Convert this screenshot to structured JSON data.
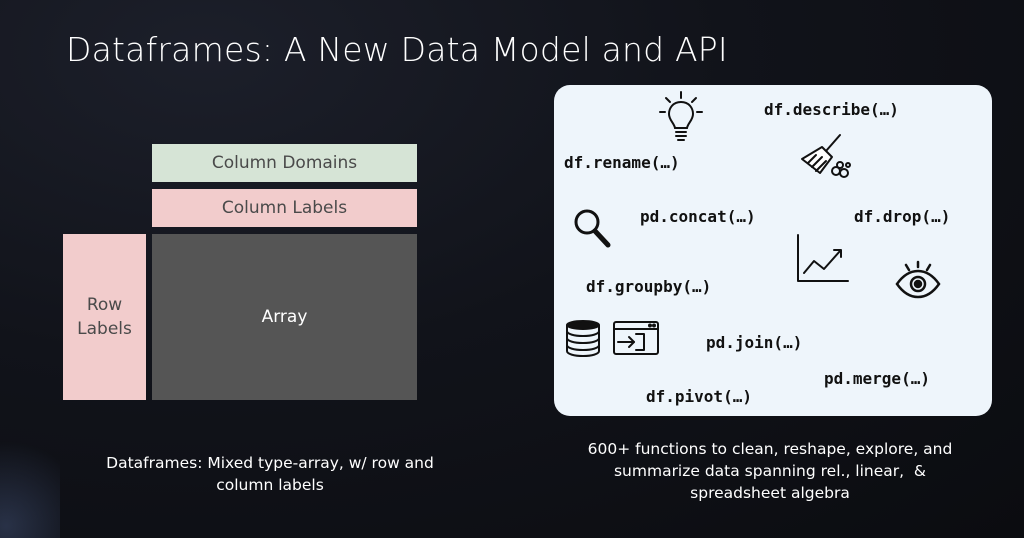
{
  "title": "Dataframes: A New Data Model and API",
  "diagram": {
    "column_domains": "Column Domains",
    "column_labels": "Column Labels",
    "row_labels_line1": "Row",
    "row_labels_line2": "Labels",
    "array": "Array",
    "caption_line1": "Dataframes: Mixed type-array, w/ row and",
    "caption_line2": "column labels"
  },
  "api_panel": {
    "functions": {
      "describe": "df.describe(…)",
      "rename": "df.rename(…)",
      "concat": "pd.concat(…)",
      "drop": "df.drop(…)",
      "groupby": "df.groupby(…)",
      "join": "pd.join(…)",
      "merge": "pd.merge(…)",
      "pivot": "df.pivot(…)"
    },
    "icons": [
      "lightbulb-icon",
      "broom-icon",
      "magnifier-icon",
      "line-chart-icon",
      "eye-icon",
      "database-icon",
      "terminal-icon"
    ],
    "caption_line1": "600+ functions to clean, reshape, explore, and",
    "caption_line2": "summarize data spanning rel., linear,  &",
    "caption_line3": "spreadsheet algebra"
  },
  "colors": {
    "background": "#11131a",
    "column_domains": "#d6e4d6",
    "labels": "#f2cccc",
    "array": "#555555",
    "panel": "#eef5fb"
  }
}
